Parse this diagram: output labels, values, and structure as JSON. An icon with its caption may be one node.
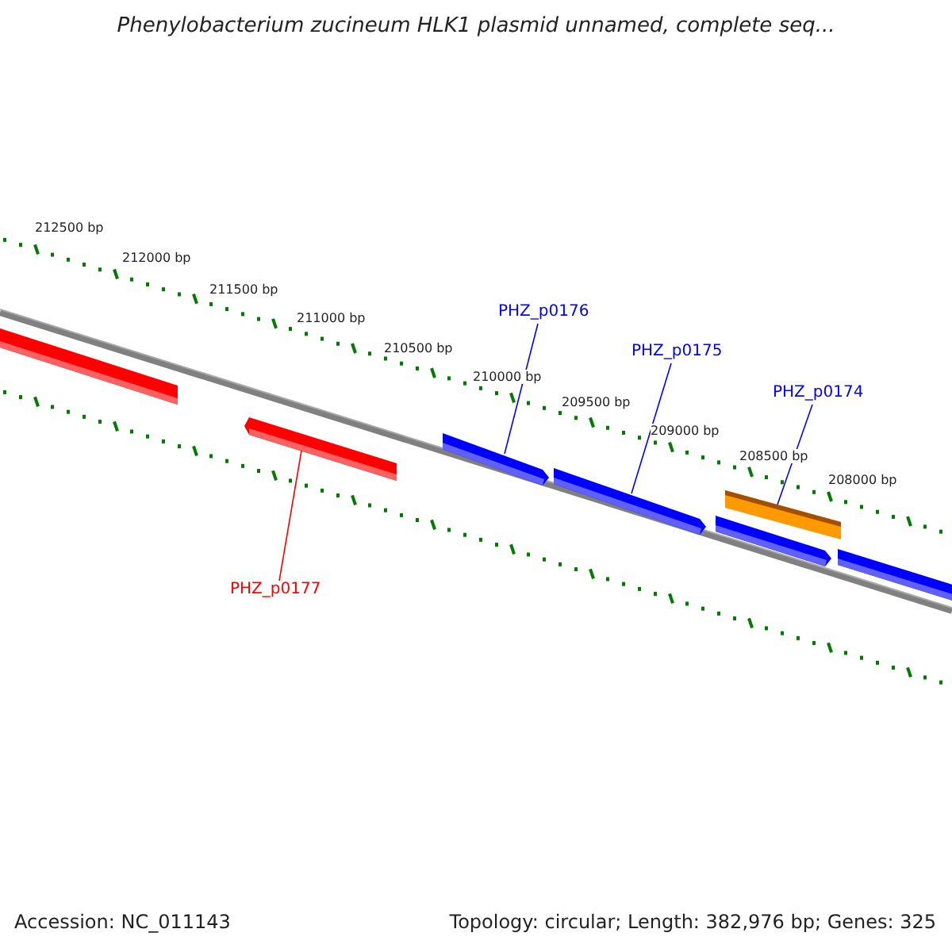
{
  "diagram": {
    "title": "Phenylobacterium zucineum HLK1 plasmid unnamed, complete seq...",
    "nodes": [
      {
        "text": [
          "PHZ_p0176"
        ]
      },
      {
        "text": [
          "PHZ_p0175"
        ]
      },
      {
        "text": [
          "PHZ_p0174"
        ]
      },
      {
        "text": [
          "PHZ_p0177"
        ]
      },
      {
        "text": [],
        "shape": "bar"
      },
      {
        "text": [],
        "shape": "bar"
      },
      {
        "text": [],
        "shape": "bar"
      },
      {
        "text": [],
        "shape": "bar"
      },
      {
        "text": [],
        "shape": "bar"
      },
      {
        "text": [],
        "shape": "bar"
      },
      {
        "text": [],
        "shape": "bar"
      }
    ],
    "edges": [
      {
        "from": 0,
        "to": 6,
        "arrow": "none"
      },
      {
        "from": 1,
        "to": 7,
        "arrow": "none"
      },
      {
        "from": 2,
        "to": 8,
        "arrow": "none"
      },
      {
        "from": 3,
        "to": 5,
        "arrow": "none",
        "color": "#ff0000"
      }
    ],
    "labels": [
      "212500 bp",
      "212000 bp",
      "211500 bp",
      "211000 bp",
      "210500 bp",
      "210000 bp",
      "209500 bp",
      "209000 bp",
      "208500 bp",
      "208000 bp",
      "Accession: NC_011143",
      "Topology: circular; Length: 382,976 bp; Genes: 325"
    ]
  }
}
